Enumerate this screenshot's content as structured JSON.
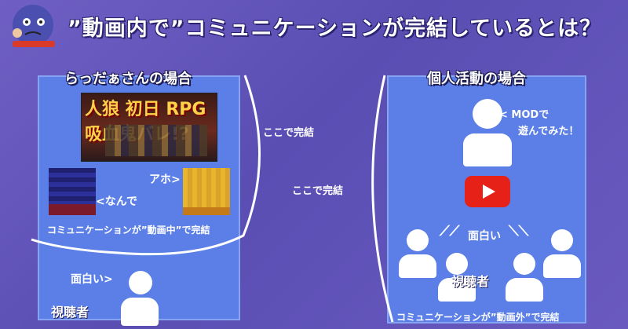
{
  "title": "”動画内で”コミュニケーションが完結しているとは？",
  "left_panel": {
    "title": "らっだぁさんの場合",
    "video_thumbnail_text": "人狼 初日 RPG 吸血鬼バレ!?",
    "speech_naze": "<なんで",
    "speech_aho": "アホ>",
    "caption": "コミュニケーションが”動画中”で完結",
    "viewer_reaction": "面白い>",
    "viewer_label": "視聴者"
  },
  "middle": {
    "label_top": "ここで完結",
    "label_bottom": "ここで完結"
  },
  "right_panel": {
    "title": "個人活動の場合",
    "mod_line1": "< MODで",
    "mod_line2": "遊んでみた！",
    "viewer_reaction": "面白い",
    "viewer_label": "視聴者",
    "caption": "コミュニケーションが”動画外”で完結"
  },
  "colors": {
    "background": "#6253bd",
    "panel": "#5b7fe6",
    "youtube_red": "#e62117"
  }
}
